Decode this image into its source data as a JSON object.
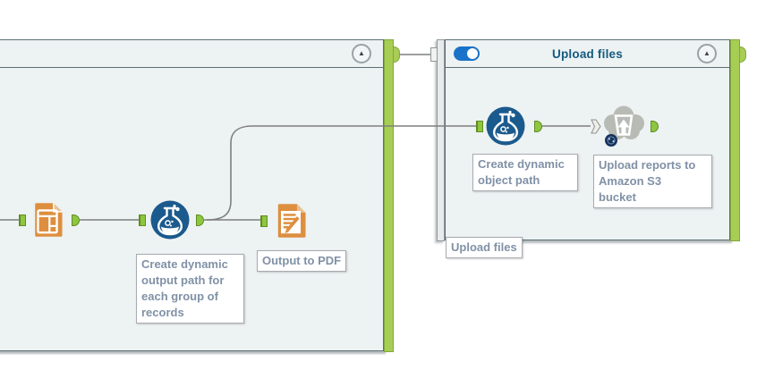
{
  "left_container": {
    "collapse_icon": "▲"
  },
  "right_container": {
    "title": "Upload files",
    "collapse_icon": "▲",
    "toggle_state": "on",
    "external_label": "Upload files"
  },
  "annotations": {
    "formula_output": "Create dynamic\noutput path for\neach group of\nrecords",
    "render": "Output to PDF",
    "formula_object": "Create dynamic\nobject path",
    "s3": "Upload reports to\nAmazon S3\nbucket"
  },
  "icons": {
    "layout_tool": "layout-table-document-icon",
    "formula_tool": "flask-icon",
    "render_tool": "document-pen-icon",
    "s3_tool": "cloud-upload-bucket-icon",
    "collapse": "triangle-up-icon",
    "toggle": "toggle-on-icon"
  },
  "colors": {
    "container_bg": "#edf2f3",
    "container_border": "#5b6f74",
    "green_bar": "#a8cd55",
    "anchor_green": "#8dc63f",
    "tool_orange": "#dd8f3f",
    "flask_blue": "#1b5a8d",
    "cloud_gray": "#b8bbb5",
    "toggle_blue": "#1a73c9",
    "wire_gray": "#7f7f7f",
    "label_text": "#8091a6",
    "title_text": "#155a7f"
  }
}
